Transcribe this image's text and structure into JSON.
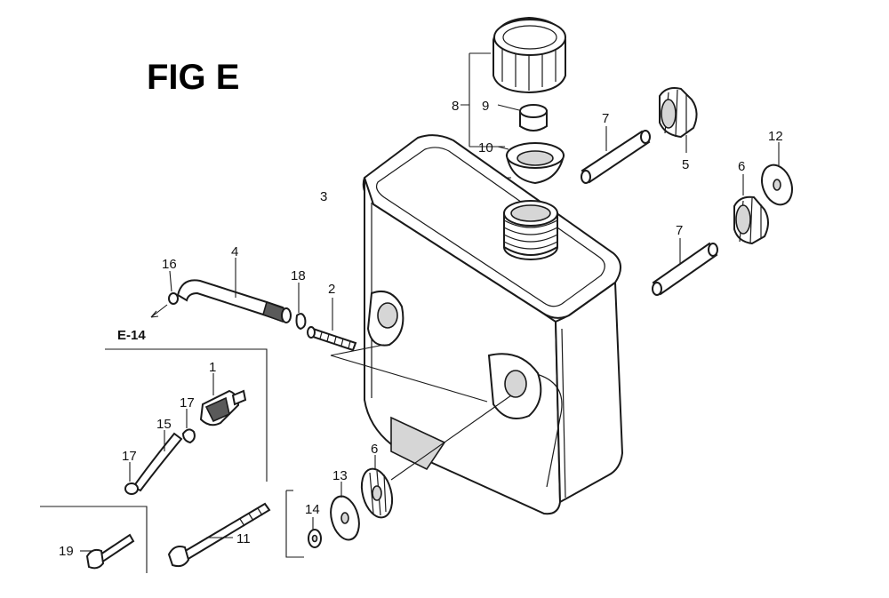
{
  "figure": {
    "title": "FIG E"
  },
  "reference": {
    "text": "E-14"
  },
  "callouts": [
    {
      "id": "c1",
      "text": "1"
    },
    {
      "id": "c2",
      "text": "2"
    },
    {
      "id": "c3",
      "text": "3"
    },
    {
      "id": "c4",
      "text": "4"
    },
    {
      "id": "c5",
      "text": "5"
    },
    {
      "id": "c6a",
      "text": "6"
    },
    {
      "id": "c6b",
      "text": "6"
    },
    {
      "id": "c7a",
      "text": "7"
    },
    {
      "id": "c7b",
      "text": "7"
    },
    {
      "id": "c8",
      "text": "8"
    },
    {
      "id": "c9",
      "text": "9"
    },
    {
      "id": "c10",
      "text": "10"
    },
    {
      "id": "c11",
      "text": "11"
    },
    {
      "id": "c12",
      "text": "12"
    },
    {
      "id": "c13",
      "text": "13"
    },
    {
      "id": "c14",
      "text": "14"
    },
    {
      "id": "c15",
      "text": "15"
    },
    {
      "id": "c16",
      "text": "16"
    },
    {
      "id": "c17a",
      "text": "17"
    },
    {
      "id": "c17b",
      "text": "17"
    },
    {
      "id": "c18",
      "text": "18"
    },
    {
      "id": "c19",
      "text": "19"
    }
  ]
}
